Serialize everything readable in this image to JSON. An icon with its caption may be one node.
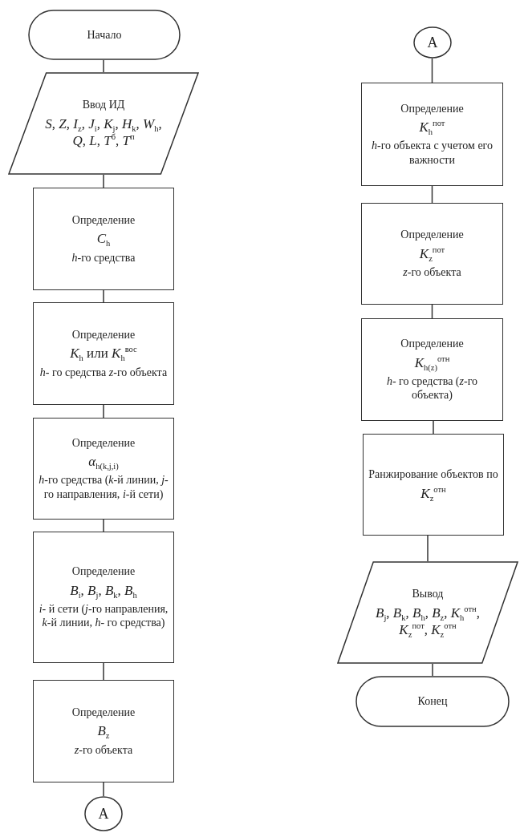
{
  "diagram": {
    "nodes": [
      {
        "text": [
          "Начало"
        ]
      },
      {
        "text": [
          "Ввод ИД",
          "*S*, *Z*, *I*$_{z}$, *J*$_{i}$, *K*$_{j}$, *H*$_{k}$, *W*$_{h}$, *Q*, *L*, *T*$^{б}$, *T*$^{п}$"
        ]
      },
      {
        "text": [
          "Определение",
          "*C*$_{h}$",
          "*h*-го средства"
        ]
      },
      {
        "text": [
          "Определение",
          "*K*$_{h}$ или *K*$_{h}$$^{вос}$",
          "*h*- го средства *z*-го объекта"
        ]
      },
      {
        "text": [
          "Определение",
          "*α*$_{h(k,j,i)}$",
          "*h*-го средства (*k*-й линии, *j*-го направления, *i*-й сети)"
        ]
      },
      {
        "text": [
          "Определение",
          "*B*$_{i}$, *B*$_{j}$, *B*$_{k}$, *B*$_{h}$",
          "*i*- й сети (*j*-го направления, *k*-й линии, *h*- го средства)"
        ]
      },
      {
        "text": [
          "Определение",
          "*B*$_{z}$",
          "*z*-го объекта"
        ]
      },
      {
        "text": [
          "А"
        ]
      },
      {
        "text": [
          "А"
        ]
      },
      {
        "text": [
          "Определение",
          "*K*$_{h}$$^{пот}$",
          "*h*-го объекта с учетом его важности"
        ]
      },
      {
        "text": [
          "Определение",
          "*K*$_{z}$$^{пот}$",
          "*z*-го объекта"
        ]
      },
      {
        "text": [
          "Определение",
          "*K*$_{h(z)}$$^{отн}$",
          "*h*- го средства (*z*-го объекта)"
        ]
      },
      {
        "text": [
          "Ранжирование объектов по",
          "*K*$_{z}$$^{отн}$"
        ]
      },
      {
        "text": [
          "Вывод",
          "*B*$_{j}$, *B*$_{k}$, *B*$_{h}$, *B*$_{z}$, *K*$_{h}$$^{отн}$, *K*$_{z}$$^{пот}$, *K*$_{z}$$^{отн}$"
        ]
      },
      {
        "text": [
          "Конец"
        ]
      }
    ],
    "edges": [
      {
        "from": 0,
        "to": 1,
        "arrow": "none"
      },
      {
        "from": 1,
        "to": 2,
        "arrow": "none"
      },
      {
        "from": 2,
        "to": 3,
        "arrow": "none"
      },
      {
        "from": 3,
        "to": 4,
        "arrow": "none"
      },
      {
        "from": 4,
        "to": 5,
        "arrow": "none"
      },
      {
        "from": 5,
        "to": 6,
        "arrow": "none"
      },
      {
        "from": 6,
        "to": 7,
        "arrow": "none"
      },
      {
        "from": 8,
        "to": 9,
        "arrow": "none"
      },
      {
        "from": 9,
        "to": 10,
        "arrow": "none"
      },
      {
        "from": 10,
        "to": 11,
        "arrow": "none"
      },
      {
        "from": 11,
        "to": 12,
        "arrow": "none"
      },
      {
        "from": 12,
        "to": 13,
        "arrow": "none"
      },
      {
        "from": 13,
        "to": 14,
        "arrow": "none"
      }
    ]
  }
}
